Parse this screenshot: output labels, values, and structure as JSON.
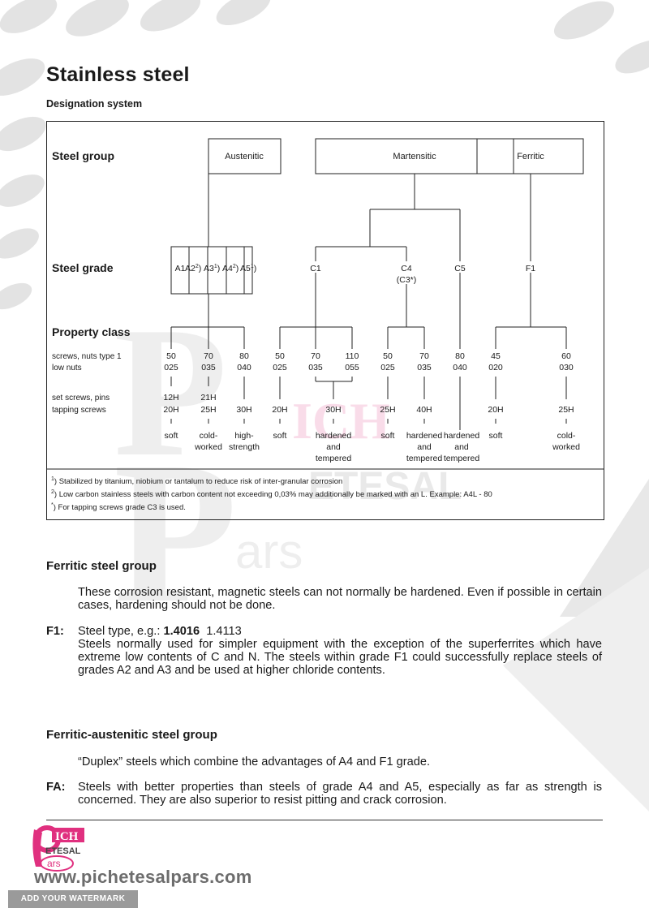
{
  "page": {
    "title": "Stainless steel",
    "subtitle": "Designation system"
  },
  "diagram": {
    "rows": {
      "steel_group": "Steel group",
      "steel_grade": "Steel grade",
      "property_class": "Property class",
      "screws_nuts_type1": "screws, nuts type 1",
      "low_nuts": "low nuts",
      "set_screws_pins": "set screws, pins",
      "tapping_screws": "tapping screws"
    },
    "groups": {
      "austenitic": "Austenitic",
      "martensitic": "Martensitic",
      "ferritic": "Ferritic"
    },
    "grades": {
      "a1": "A1",
      "a2": "A2",
      "a3": "A3",
      "a4": "A4",
      "a5": "A5",
      "sup2": "2",
      "sup1": "1",
      "paren": ")",
      "c1": "C1",
      "c4": "C4",
      "c3": "(C3*)",
      "c5": "C5",
      "f1": "F1"
    },
    "classes": [
      {
        "top": "50",
        "low": "025",
        "set1": "12H",
        "set2": "20H",
        "desc": [
          "soft"
        ]
      },
      {
        "top": "70",
        "low": "035",
        "set1": "21H",
        "set2": "25H",
        "desc": [
          "cold-",
          "worked"
        ]
      },
      {
        "top": "80",
        "low": "040",
        "set1": "",
        "set2": "30H",
        "desc": [
          "high-",
          "strength"
        ]
      },
      {
        "top": "50",
        "low": "025",
        "set1": "",
        "set2": "20H",
        "desc": [
          "soft"
        ]
      },
      {
        "top": "70",
        "low": "035",
        "set1": "",
        "set2": "30H",
        "desc": [
          "hardened",
          "and",
          "tempered"
        ]
      },
      {
        "top": "110",
        "low": "055",
        "set1": "",
        "set2": "",
        "desc": []
      },
      {
        "top": "50",
        "low": "025",
        "set1": "",
        "set2": "25H",
        "desc": [
          "soft"
        ]
      },
      {
        "top": "70",
        "low": "035",
        "set1": "",
        "set2": "40H",
        "desc": [
          "hardened",
          "and",
          "tempered"
        ]
      },
      {
        "top": "80",
        "low": "040",
        "set1": "",
        "set2": "",
        "desc": [
          "hardened",
          "and",
          "tempered"
        ]
      },
      {
        "top": "45",
        "low": "020",
        "set1": "",
        "set2": "20H",
        "desc": [
          "soft"
        ]
      },
      {
        "top": "60",
        "low": "030",
        "set1": "",
        "set2": "25H",
        "desc": [
          "cold-",
          "worked"
        ]
      }
    ],
    "footnotes": {
      "n1_mark": "1",
      "n1": ") Stabilized by titanium, niobium or tantalum to reduce risk of inter-granular corrosion",
      "n2_mark": "2",
      "n2": ") Low carbon stainless steels with carbon content not exceeding 0,03% may additionally be marked with an L. Example:  A4L - 80",
      "n3_mark": "*",
      "n3": ") For tapping screws grade C3 is used."
    }
  },
  "ferritic": {
    "heading": "Ferritic steel group",
    "intro": "These corrosion resistant, magnetic steels can not normally be hardened. Even if possible in certain cases, hardening should not be done.",
    "f1_label": "F1",
    "f1_colon": ":",
    "f1_type_prefix": "Steel type, e.g.: ",
    "f1_type_bold": "1.4016",
    "f1_type_rest": "1.4113",
    "f1_text": "Steels normally used for simpler equipment with the exception of the superferrites which have extreme low contents of C and N. The steels within grade F1 could successfully replace steels of grades A2 and A3 and be used at higher chloride contents."
  },
  "duplex": {
    "heading": "Ferritic-austenitic steel group",
    "intro": "“Duplex” steels which combine the advantages of A4 and F1 grade.",
    "fa_label": "FA:",
    "fa_text": "Steels with better properties than steels of grade A4 and A5, especially as far as strength is concerned. They are also superior to resist pitting and crack corrosion."
  },
  "footer": {
    "logo_top": "ICH",
    "logo_mid": "ETESAL",
    "logo_bot": "ars",
    "site": "www.pichetesalpars.com",
    "watermark": "ADD YOUR WATERMARK"
  },
  "colors": {
    "logo_pink": "#e0307f",
    "bg_gray": "#dcdcdc"
  }
}
